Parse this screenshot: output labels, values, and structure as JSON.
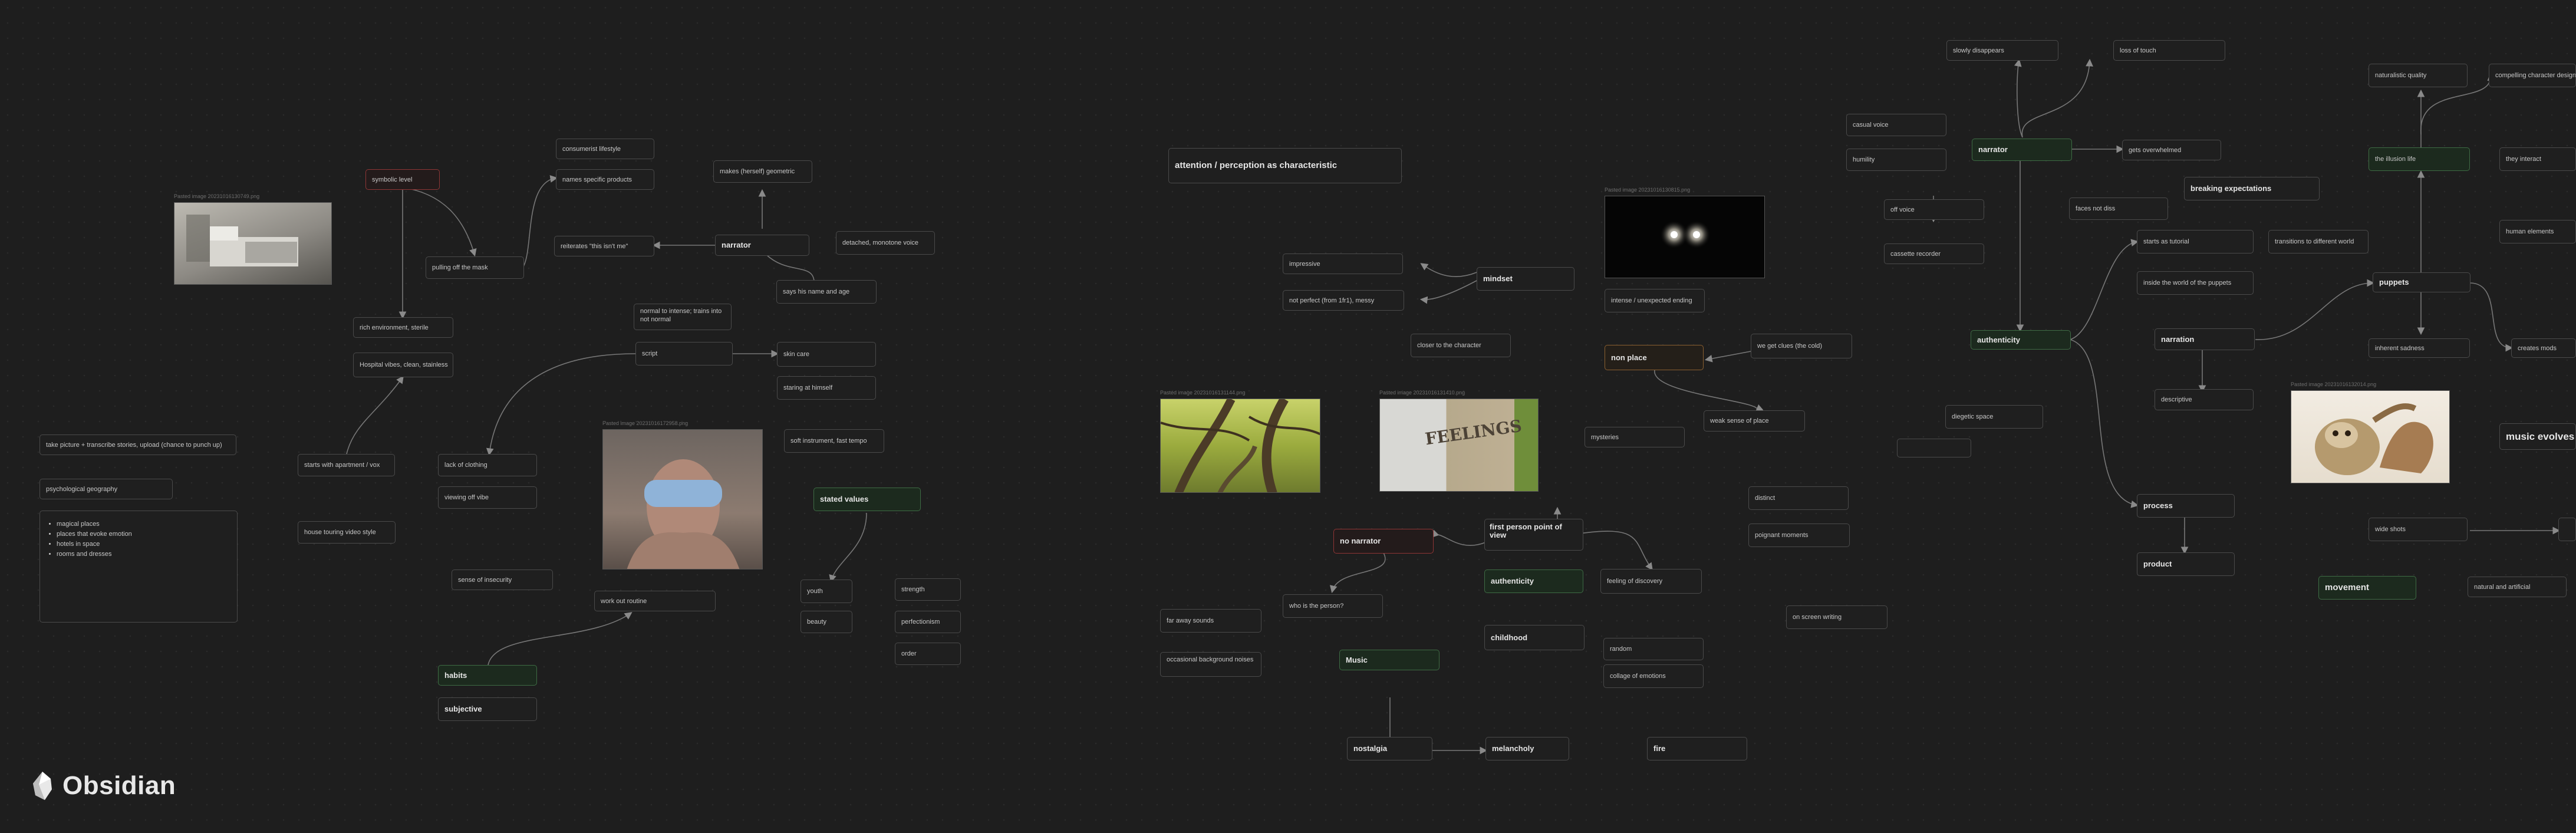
{
  "app": {
    "name": "Obsidian"
  },
  "nodes": {
    "symbolic_level": "symbolic level",
    "consumerist_lifestyle": "consumerist lifestyle",
    "names_specific_products": "names specific products",
    "makes_herself_geometric": "makes (herself) geometric",
    "pulling_off_mask": "pulling off the mask",
    "reiterates": "reiterates \"this isn't me\"",
    "narrator_left": "narrator",
    "detached_monotone": "detached, monotone voice",
    "says_name_age": "says his name and age",
    "rich_environment": "rich environment, sterile",
    "normal_intense": "normal to intense; trains into not normal",
    "hospital_vibes": "Hospital vibes, clean, stainless",
    "script": "script",
    "skin_care": "skin care",
    "staring_himself": "staring at himself",
    "take_picture": "take picture + transcribe stories, upload (chance to punch up)",
    "psych_geo": "psychological geography",
    "list_items": [
      "magical places",
      "places that evoke emotion",
      "hotels in space",
      "rooms and dresses"
    ],
    "starts_apartment": "starts with apartment / vox",
    "lack_clothing": "lack of clothing",
    "viewing_vibe": "viewing off vibe",
    "soft_instrument": "soft instrument, fast tempo",
    "stated_values": "stated values",
    "house_tour": "house touring video style",
    "sense_insecurity": "sense of insecurity",
    "work_out_routine": "work out routine",
    "youth": "youth",
    "beauty": "beauty",
    "strength": "strength",
    "perfectionism": "perfectionism",
    "order": "order",
    "habits": "habits",
    "subjective": "subjective",
    "attention": "attention / perception as characteristic",
    "impressive": "impressive",
    "not_perfect": "not perfect (from 1fr1), messy",
    "mindset": "mindset",
    "intense_ending": "intense / unexpected ending",
    "closer_character": "closer to the character",
    "non_place": "non place",
    "we_get_clues": "we get clues (the cold)",
    "weak_sense_place": "weak sense of place",
    "mysteries": "mysteries",
    "no_narrator": "no narrator",
    "first_person": "first person point of view",
    "authenticity_mid": "authenticity",
    "feeling_discovery": "feeling of discovery",
    "who_person": "who is the person?",
    "for_away_sounds": "far away sounds",
    "occasional_bg": "occasional background noises",
    "childhood": "childhood",
    "random": "random",
    "collage": "collage of emotions",
    "music": "Music",
    "nostalgia": "nostalgia",
    "melancholy": "melancholy",
    "fire": "fire",
    "distinct": "distinct",
    "poignant": "poignant moments",
    "on_screen": "on screen writing",
    "diegetic": "diegetic space",
    "slowly_disappears": "slowly disappears",
    "loss_touch": "loss of touch",
    "casual_voice": "casual voice",
    "humility": "humility",
    "narrator_right": "narrator",
    "gets_overwhelmed": "gets overwhelmed",
    "off_voice": "off voice",
    "faces_not": "faces not diss",
    "cassette": "cassette recorder",
    "breaking": "breaking expectations",
    "authenticity_right": "authenticity",
    "starts_tutorial": "starts as tutorial",
    "transitions_world": "transitions to different world",
    "inside_world": "inside the world of the puppets",
    "narration": "narration",
    "descriptive": "descriptive",
    "naturalistic": "naturalistic quality",
    "compelling": "compelling character design",
    "illusion_life": "the illusion life",
    "they_interact": "they interact",
    "human_elements": "human elements",
    "puppets": "puppets",
    "inherent": "inherent sadness",
    "creates_mods": "creates mods",
    "process": "process",
    "product": "product",
    "music_evolves": "music evolves",
    "wide_shots": "wide shots",
    "movement": "movement",
    "natural_artificial": "natural and artificial"
  },
  "media": {
    "bed_caption": "Pasted image 20231016130749.png",
    "mask_caption": "Pasted image 20231016172958.png",
    "tunnel_caption": "Pasted image 20231016130815.png",
    "forest_caption": "Pasted image 20231016131144.png",
    "feelings_caption": "Pasted image 20231016131410.png",
    "feelings_text": "FEELINGS",
    "sloth_caption": "Pasted image 20231016132014.png"
  }
}
